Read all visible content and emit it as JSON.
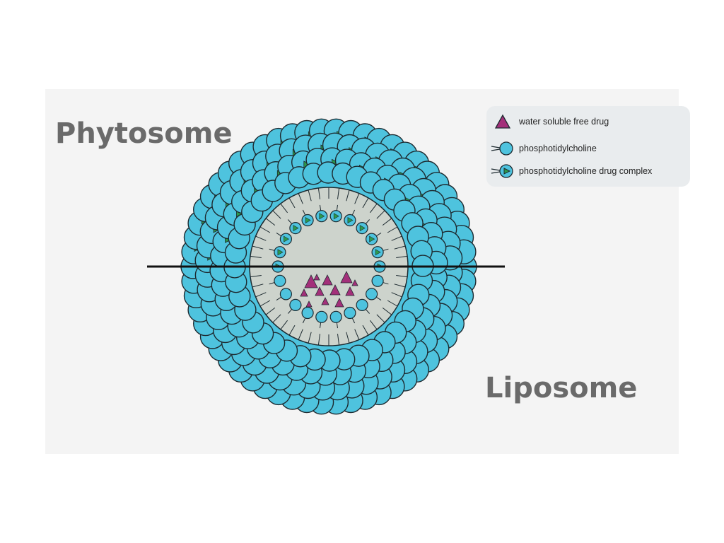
{
  "labels": {
    "top": "Phytosome",
    "bottom": "Liposome"
  },
  "legend": {
    "items": [
      {
        "symbol": "triangle-icon",
        "text": "water soluble free drug"
      },
      {
        "symbol": "phospholipid-icon",
        "text": "phosphotidylcholine"
      },
      {
        "symbol": "phospholipid-drug-complex-icon",
        "text": "phosphotidylcholine drug complex"
      }
    ]
  },
  "colors": {
    "background": "#f4f4f4",
    "lipid_head": "#4ec3de",
    "lipid_outline": "#1d2a30",
    "core": "#cdd3cc",
    "drug_free": "#a3307a",
    "drug_complex": "#2c9a4c",
    "label_text": "#6a6a6a",
    "legend_bg": "#e9ecee"
  }
}
